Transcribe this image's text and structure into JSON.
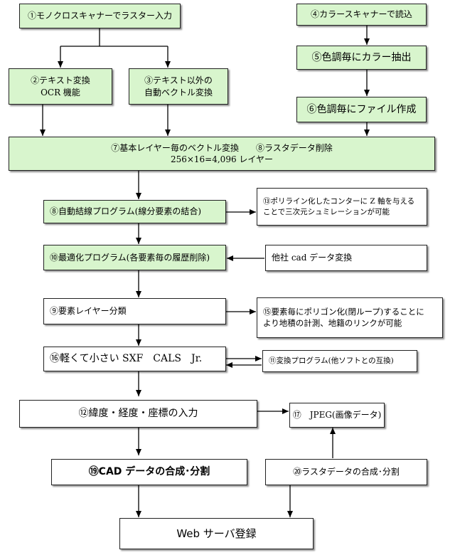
{
  "boxes": {
    "b1": "①モノクロスキャナーでラスター入力",
    "b4": "④カラースキャナーで読込",
    "b5": "⑤色調毎にカラー抽出",
    "b6": "⑥色調毎にファイル作成",
    "b2_line1": "②テキスト変換",
    "b2_line2": "OCR 機能",
    "b3_line1": "③テキスト以外の",
    "b3_line2": "自動ベクトル変換",
    "b7_line1": "⑦基本レイヤー毎のベクトル変換　　⑧ラスタデータ削除",
    "b7_line2": "256×16=4,096 レイヤー",
    "b8": "⑧自動結線プログラム(線分要素の結合)",
    "b13_line1": "⑬ポリライン化したコンターに Z 軸を与える",
    "b13_line2": "ことで三次元シュミレーションが可能",
    "b10": "⑩最適化プログラム(各要素毎の履歴削除)",
    "b_other": "他社 cad データ変換",
    "b9": "⑨要素レイヤー分類",
    "b15_line1": "⑮要素毎にポリゴン化(閉ループ)することに",
    "b15_line2": "より地積の計測、地籍のリンクが可能",
    "b16": "⑯軽くて小さい SXF　CALS　Jr.",
    "b11": "⑪変換プログラム(他ソフトとの互換)",
    "b12": "⑫緯度・経度・座標の入力",
    "b17": "⑰　JPEG(画像データ)",
    "b19": "⑲CAD データの合成･分割",
    "b20": "⑳ラスタデータの合成･分割",
    "web": "Web サーバ登録"
  },
  "colors": {
    "green_fill": "#d8f5cd",
    "white_fill": "#ffffff",
    "stroke": "#222222"
  }
}
